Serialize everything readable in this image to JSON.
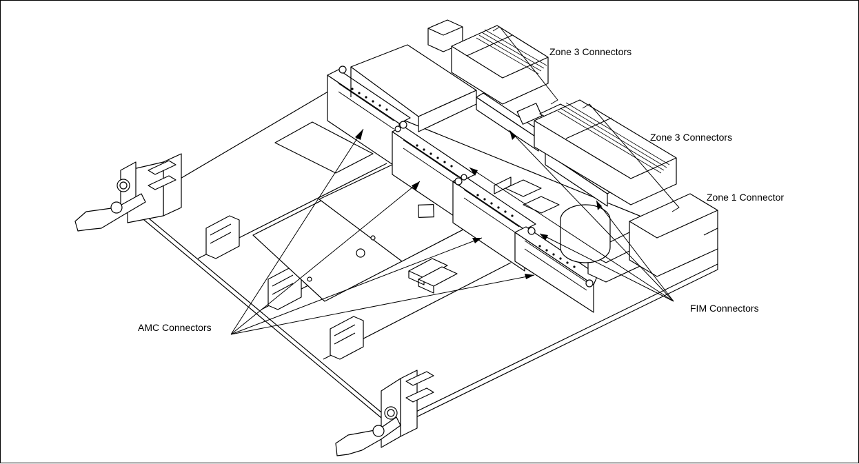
{
  "labels": {
    "zone3_upper": "Zone 3 Connectors",
    "zone3_lower": "Zone 3 Connectors",
    "zone1": "Zone 1 Connector",
    "fim": "FIM Connectors",
    "amc": "AMC Connectors"
  },
  "colors": {
    "line": "#000000",
    "fill": "#ffffff",
    "shade": "#e6e6e6"
  }
}
